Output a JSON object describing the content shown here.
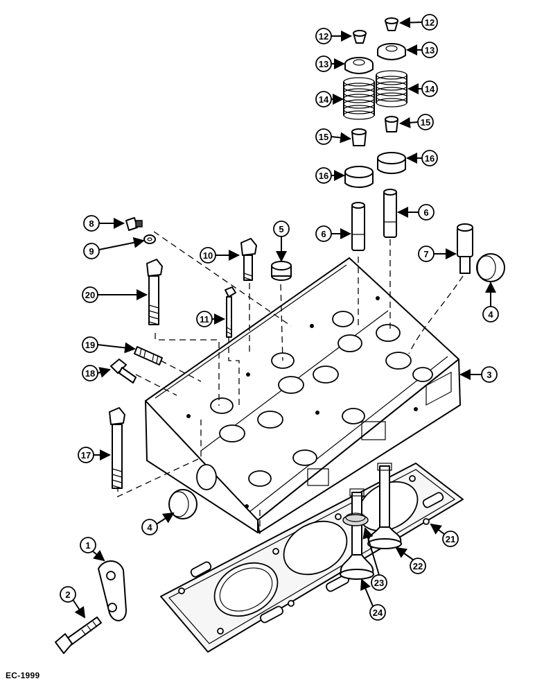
{
  "figure": {
    "reference_code": "EC-1999"
  },
  "callouts": {
    "c1": "1",
    "c2": "2",
    "c3": "3",
    "c4a": "4",
    "c4b": "4",
    "c5": "5",
    "c6a": "6",
    "c6b": "6",
    "c7": "7",
    "c8": "8",
    "c9": "9",
    "c10": "10",
    "c11": "11",
    "c12a": "12",
    "c12b": "12",
    "c13a": "13",
    "c13b": "13",
    "c14a": "14",
    "c14b": "14",
    "c15a": "15",
    "c15b": "15",
    "c16a": "16",
    "c16b": "16",
    "c17": "17",
    "c18": "18",
    "c19": "19",
    "c20": "20",
    "c21": "21",
    "c22": "22",
    "c23": "23",
    "c24": "24"
  }
}
